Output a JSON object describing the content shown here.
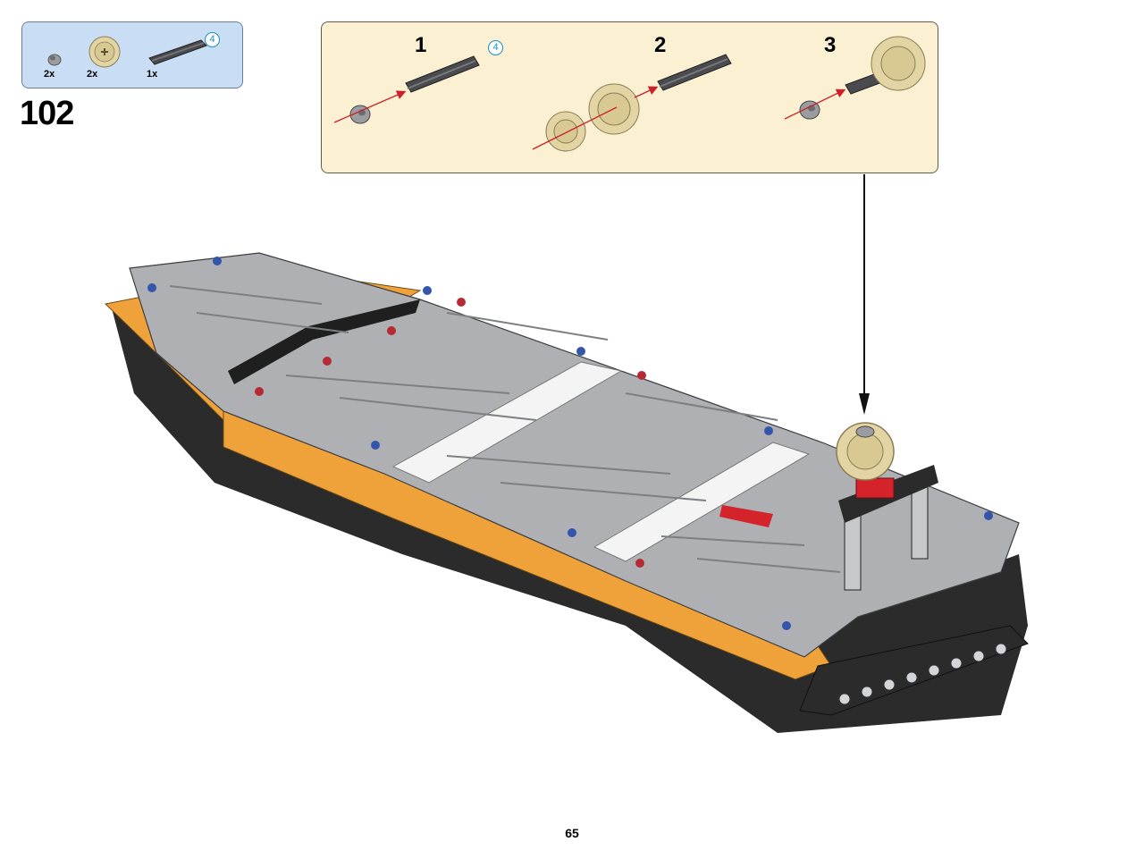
{
  "parts_list": {
    "items": [
      {
        "icon": "bush-icon",
        "quantity": "2x"
      },
      {
        "icon": "gear-20-tooth-icon",
        "quantity": "2x"
      },
      {
        "icon": "axle-4-icon",
        "quantity": "1x",
        "callout": "4"
      }
    ]
  },
  "step": {
    "number": "102"
  },
  "sub_assembly": {
    "steps": [
      {
        "number": "1",
        "callout": "4"
      },
      {
        "number": "2"
      },
      {
        "number": "3"
      }
    ]
  },
  "colors": {
    "parts_box": "#c9def4",
    "sub_box": "#fbf0d2",
    "orange": "#f0a23a",
    "gray": "#a9abaf",
    "dark": "#2b2b2b",
    "tan": "#e3d4a3",
    "arrow_red": "#cc1f2a"
  },
  "page": {
    "number": "65"
  }
}
